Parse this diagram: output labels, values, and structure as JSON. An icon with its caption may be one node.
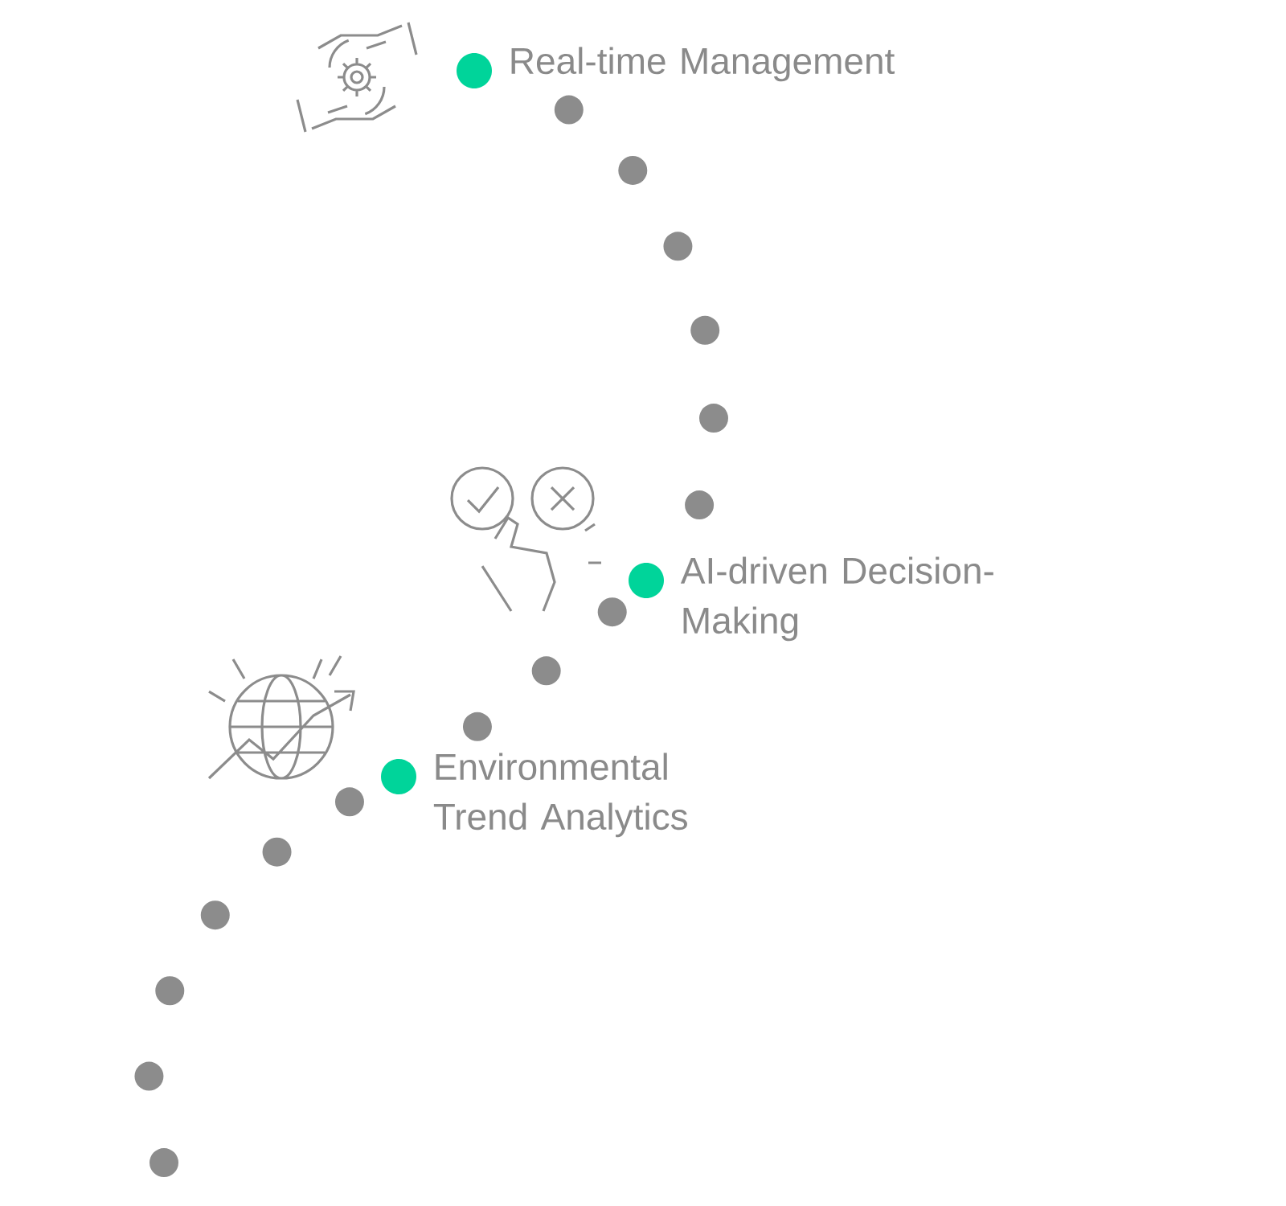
{
  "diagram": {
    "nodes": [
      {
        "text": [
          "Real-time Management"
        ]
      },
      {
        "text": [
          "AI-driven Decision-Making"
        ]
      },
      {
        "text": [
          "Environmental Trend Analytics"
        ]
      }
    ],
    "edges": [
      {
        "from": null,
        "to": 2,
        "arrow": "none",
        "style": "dashed"
      },
      {
        "from": 2,
        "to": 1,
        "arrow": "none",
        "style": "dashed"
      },
      {
        "from": 1,
        "to": 0,
        "arrow": "none",
        "style": "dashed"
      }
    ]
  }
}
